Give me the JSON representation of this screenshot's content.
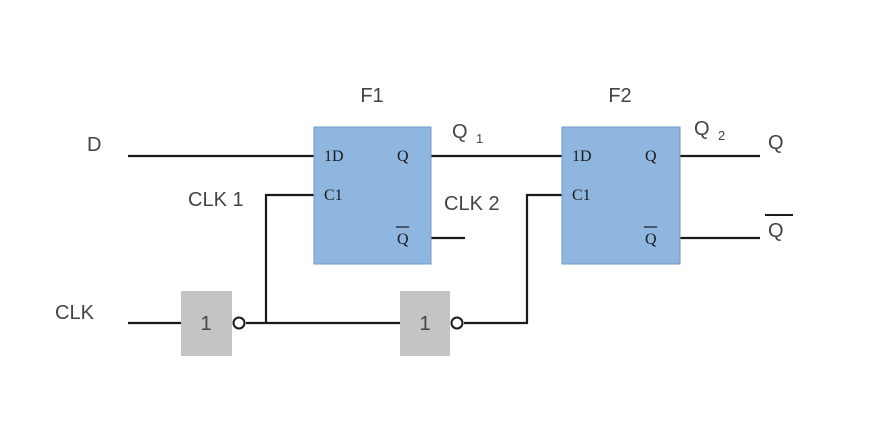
{
  "colors": {
    "flipflop_fill": "#8fb6df",
    "flipflop_stroke": "#6f99c8",
    "inverter_fill": "#c4c4c4",
    "wire": "#1a1a1a",
    "label": "#444444"
  },
  "labels": {
    "d": "D",
    "clk": "CLK",
    "clk1": "CLK 1",
    "clk2": "CLK 2",
    "q1": "Q",
    "q1_sub": "1",
    "q2": "Q",
    "q2_sub": "2",
    "q_out": "Q",
    "qbar_out": "Q"
  },
  "flipflops": [
    {
      "name": "F1",
      "d_pin": "1D",
      "clk_pin": "C1",
      "q_pin": "Q",
      "qbar_pin": "Q"
    },
    {
      "name": "F2",
      "d_pin": "1D",
      "clk_pin": "C1",
      "q_pin": "Q",
      "qbar_pin": "Q"
    }
  ],
  "inverters": [
    {
      "symbol": "1"
    },
    {
      "symbol": "1"
    }
  ]
}
